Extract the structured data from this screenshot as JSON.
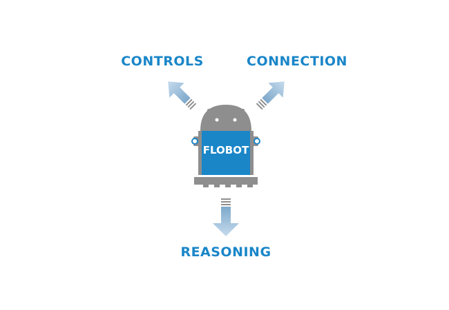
{
  "labels": {
    "controls": "CONTROLS",
    "connection": "CONNECTION",
    "reasoning": "REASONING",
    "robot": "FLOBOT"
  },
  "colors": {
    "label": "#1a86c8",
    "robot_body": "#1a86c8",
    "robot_gray": "#8e8e8e",
    "arrow_light": "#c5dbed",
    "arrow_dark": "#7ea8cb",
    "eye": "#ffffff",
    "ear_ring": "#1a86c8"
  },
  "icons": {
    "robot": "robot-icon",
    "arrow_controls": "arrow-up-left-icon",
    "arrow_connection": "arrow-up-right-icon",
    "arrow_reasoning": "arrow-down-icon"
  }
}
